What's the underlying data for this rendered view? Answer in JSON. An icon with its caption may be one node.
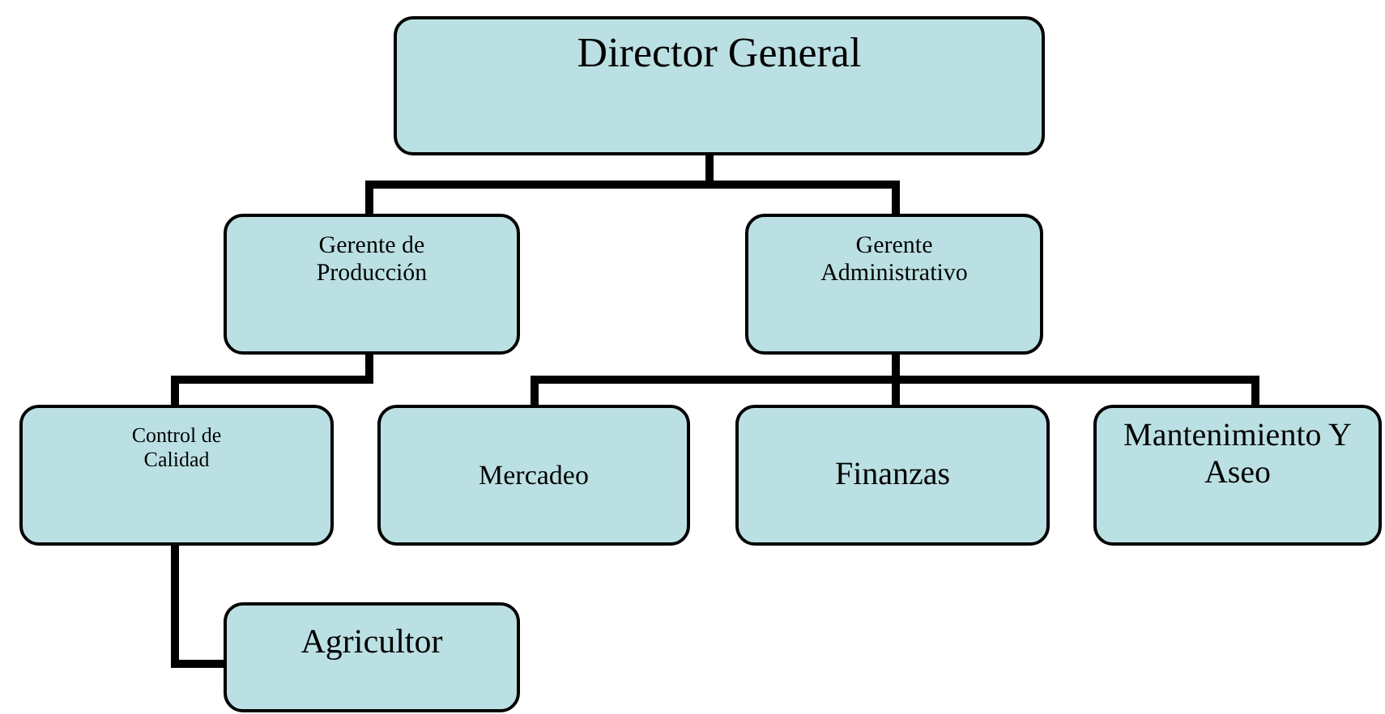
{
  "diagram": {
    "nodes": [
      {
        "text": [
          "Director General"
        ]
      },
      {
        "text": [
          "Gerente de Producción"
        ]
      },
      {
        "text": [
          "Gerente Administrativo"
        ]
      },
      {
        "text": [
          "Control de Calidad"
        ]
      },
      {
        "text": [
          "Mercadeo"
        ]
      },
      {
        "text": [
          "Finanzas"
        ]
      },
      {
        "text": [
          "Mantenimiento Y  Aseo"
        ]
      },
      {
        "text": [
          "Agricultor"
        ]
      }
    ],
    "edges": [
      {
        "from": 0,
        "to": 1,
        "arrow": "none"
      },
      {
        "from": 0,
        "to": 2,
        "arrow": "none"
      },
      {
        "from": 1,
        "to": 3,
        "arrow": "none"
      },
      {
        "from": 2,
        "to": 4,
        "arrow": "none"
      },
      {
        "from": 2,
        "to": 5,
        "arrow": "none"
      },
      {
        "from": 2,
        "to": 6,
        "arrow": "none"
      },
      {
        "from": 3,
        "to": 7,
        "arrow": "none"
      }
    ]
  }
}
